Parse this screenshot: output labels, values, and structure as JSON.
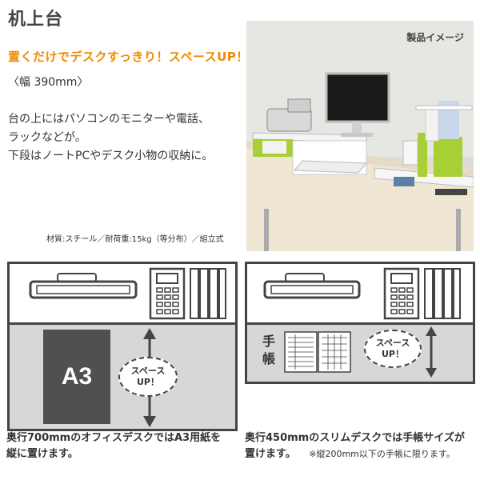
{
  "product": {
    "title": "机上台",
    "catchphrase": "置くだけでデスクすっきり！スペースUP！",
    "width_spec": "〈幅 390mm〉",
    "description_lines": [
      "台の上にはパソコンのモニターや電話、",
      "ラックなどが。",
      "下段はノートPCやデスク小物の収納に。"
    ],
    "material": "材質:スチール／耐荷重:15kg（等分布）／組立式"
  },
  "photo": {
    "label": "製品イメージ"
  },
  "diagrams": {
    "left": {
      "paper_label": "A3",
      "bubble_line1": "スペース",
      "bubble_line2": "UP！",
      "caption_line1": "奥行700mmのオフィスデスクではA3用紙を",
      "caption_line2": "縦に置けます。"
    },
    "right": {
      "notebook_label_1": "手",
      "notebook_label_2": "帳",
      "bubble_line1": "スペース",
      "bubble_line2": "UP！",
      "caption_line1": "奥行450mmのスリムデスクでは手帳サイズが",
      "caption_line2": "置けます。",
      "caption_note": "※縦200mm以下の手帳に限ります。"
    }
  },
  "colors": {
    "accent": "#f08a00",
    "lime": "#a8cf34",
    "panel_dark": "#444444",
    "panel_gray": "#d7d7d7"
  }
}
